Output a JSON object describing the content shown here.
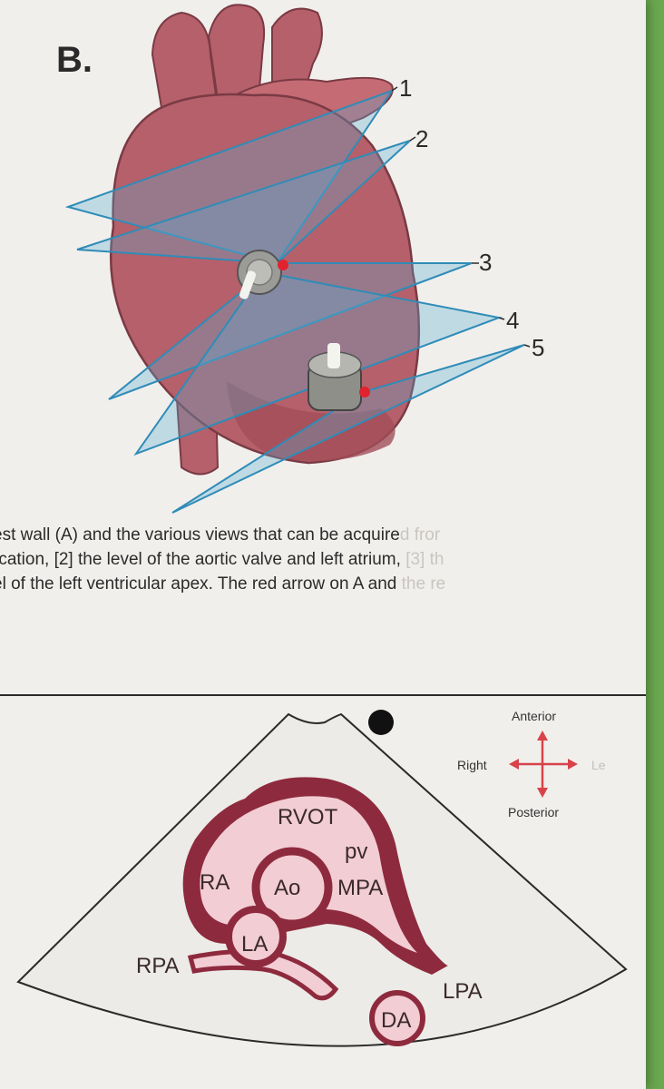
{
  "figure_label": "B.",
  "plane_numbers": [
    "1",
    "2",
    "3",
    "4",
    "5"
  ],
  "caption": {
    "line1": "est wall (A) and the various views that can be acquire",
    "line1_fade": "d fror",
    "line2": "rcation, [2] the level of the aortic valve and left atrium, ",
    "line2_fade": "[3] th",
    "line3": "el of the left ventricular apex. The red arrow on A and ",
    "line3_fade": "the re"
  },
  "orientation": {
    "anterior": "Anterior",
    "posterior": "Posterior",
    "right": "Right",
    "left": "Le"
  },
  "structures": {
    "rvot": "RVOT",
    "pv": "pv",
    "ra": "RA",
    "ao": "Ao",
    "mpa": "MPA",
    "la": "LA",
    "rpa": "RPA",
    "da": "DA",
    "lpa": "LPA"
  },
  "colors": {
    "heart": "#b5606a",
    "plane": "#4aa3c8",
    "wall": "#8e2a3e",
    "lumen": "#f2cdd3",
    "arrow": "#d8434a"
  }
}
